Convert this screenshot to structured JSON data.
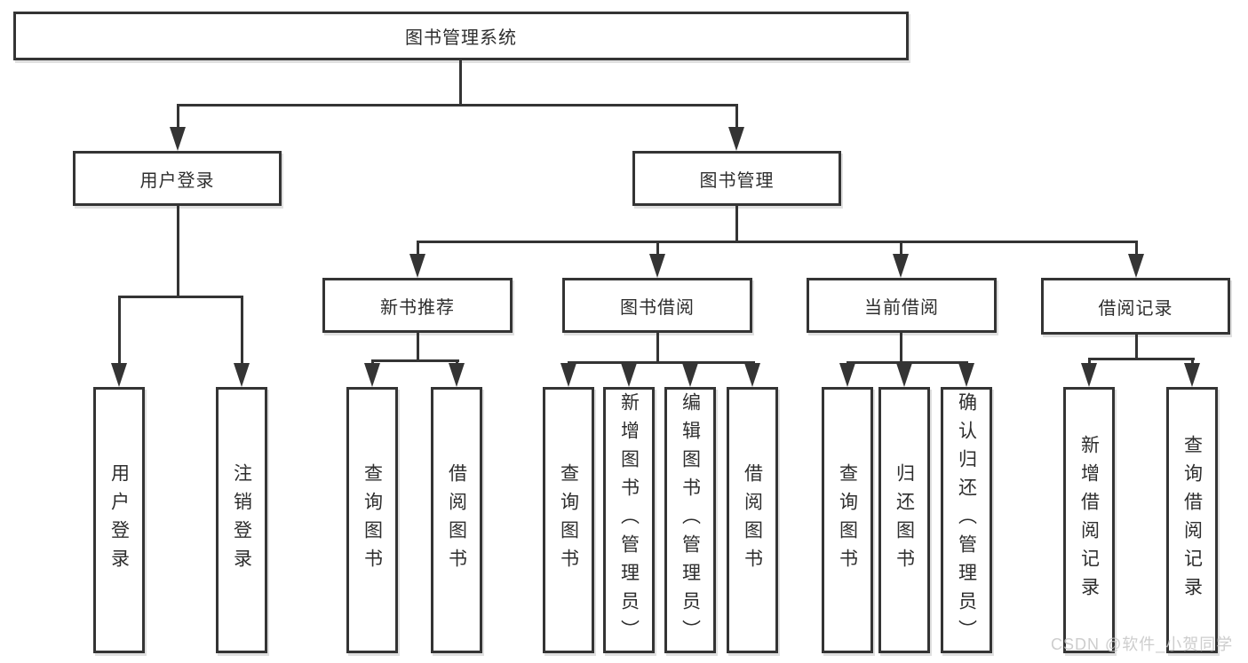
{
  "diagram": {
    "root": {
      "label": "图书管理系统"
    },
    "level2": [
      {
        "label": "用户登录"
      },
      {
        "label": "图书管理"
      }
    ],
    "level3": [
      {
        "label": "新书推荐"
      },
      {
        "label": "图书借阅"
      },
      {
        "label": "当前借阅"
      },
      {
        "label": "借阅记录"
      }
    ],
    "leaves": {
      "user_login": [
        {
          "label": "用户登录"
        },
        {
          "label": "注销登录"
        }
      ],
      "new_book": [
        {
          "label": "查询图书"
        },
        {
          "label": "借阅图书"
        }
      ],
      "book_borrow": [
        {
          "label": "查询图书"
        },
        {
          "label": "新增图书（管理员）"
        },
        {
          "label": "编辑图书（管理员）"
        },
        {
          "label": "借阅图书"
        }
      ],
      "current_borrow": [
        {
          "label": "查询图书"
        },
        {
          "label": "归还图书"
        },
        {
          "label": "确认归还（管理员）"
        }
      ],
      "borrow_record": [
        {
          "label": "新增借阅记录"
        },
        {
          "label": "查询借阅记录"
        }
      ]
    },
    "watermark": "CSDN @软件_小贺同学",
    "colors": {
      "line": "#343434",
      "box_background": "#ffffff",
      "watermark": "#c6c6c6"
    }
  }
}
